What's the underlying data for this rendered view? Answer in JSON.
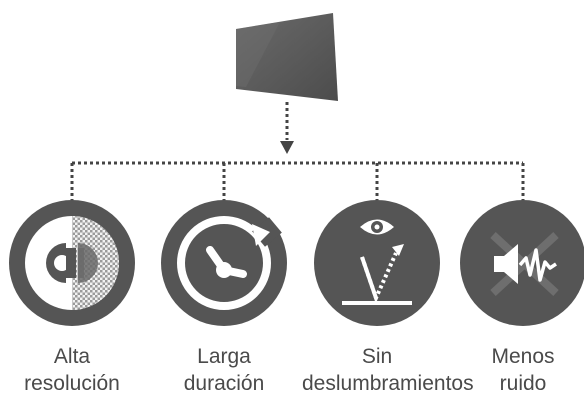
{
  "colors": {
    "icon_dark": "#555555",
    "icon_ring": "#666666",
    "icon_white": "#ffffff",
    "connector": "#444444",
    "monitor": "#555555",
    "label_text": "#4a4a4a"
  },
  "monitor": {
    "icon": "monitor-panel-icon"
  },
  "features": [
    {
      "icon": "high-resolution-icon",
      "line1": "Alta",
      "line2": "resolución"
    },
    {
      "icon": "long-life-clock-icon",
      "line1": "Larga",
      "line2": "duración"
    },
    {
      "icon": "anti-glare-eye-icon",
      "line1": "Sin",
      "line2": "deslumbramientos"
    },
    {
      "icon": "low-noise-speaker-icon",
      "line1": "Menos",
      "line2": "ruido"
    }
  ]
}
